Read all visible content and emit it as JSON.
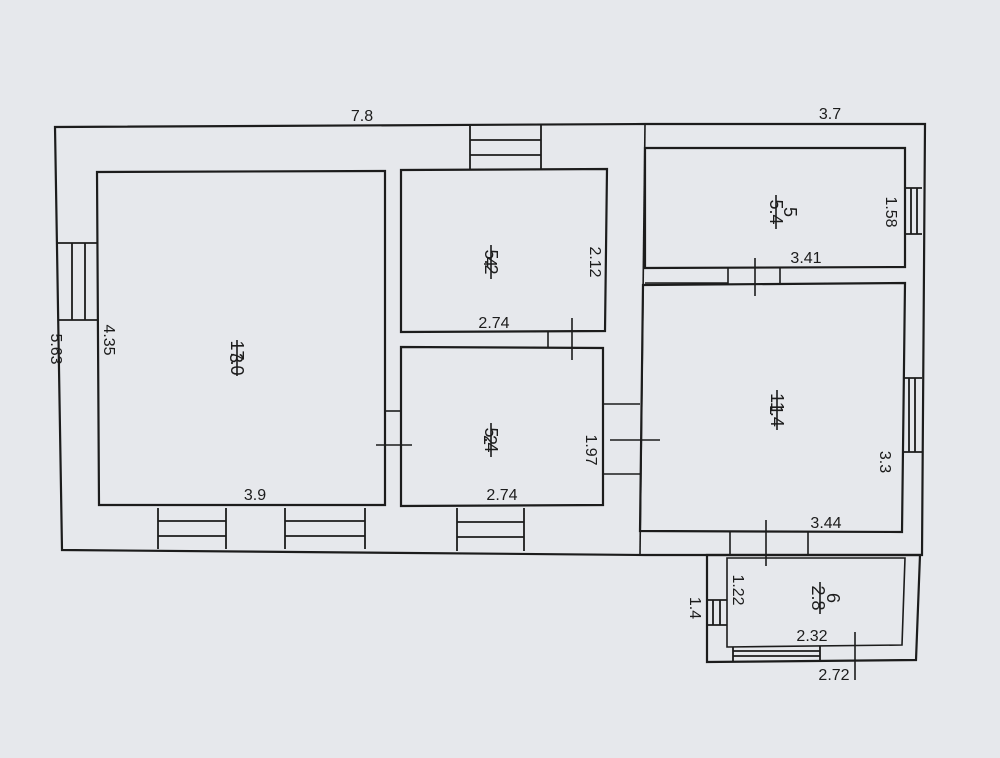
{
  "plan": {
    "overall": {
      "top_left_width": "7.8",
      "top_right_width": "3.7",
      "left_height": "5.63"
    },
    "rooms": [
      {
        "number": "3",
        "area": "17.0",
        "dims": [
          "4.35",
          "3.9"
        ]
      },
      {
        "number": "4",
        "area": "5.2",
        "dims": [
          "2.12",
          "2.74"
        ]
      },
      {
        "number": "2",
        "area": "5.4",
        "dims": [
          "1.97",
          "2.74"
        ]
      },
      {
        "number": "5",
        "area": "5.4",
        "dims": [
          "1.58",
          "3.41"
        ]
      },
      {
        "number": "1",
        "area": "11.4",
        "dims": [
          "3.3",
          "3.44"
        ]
      },
      {
        "number": "6",
        "area": "2.8",
        "dims": [
          "1.22",
          "1.4",
          "2.32",
          "2.72"
        ]
      }
    ]
  }
}
